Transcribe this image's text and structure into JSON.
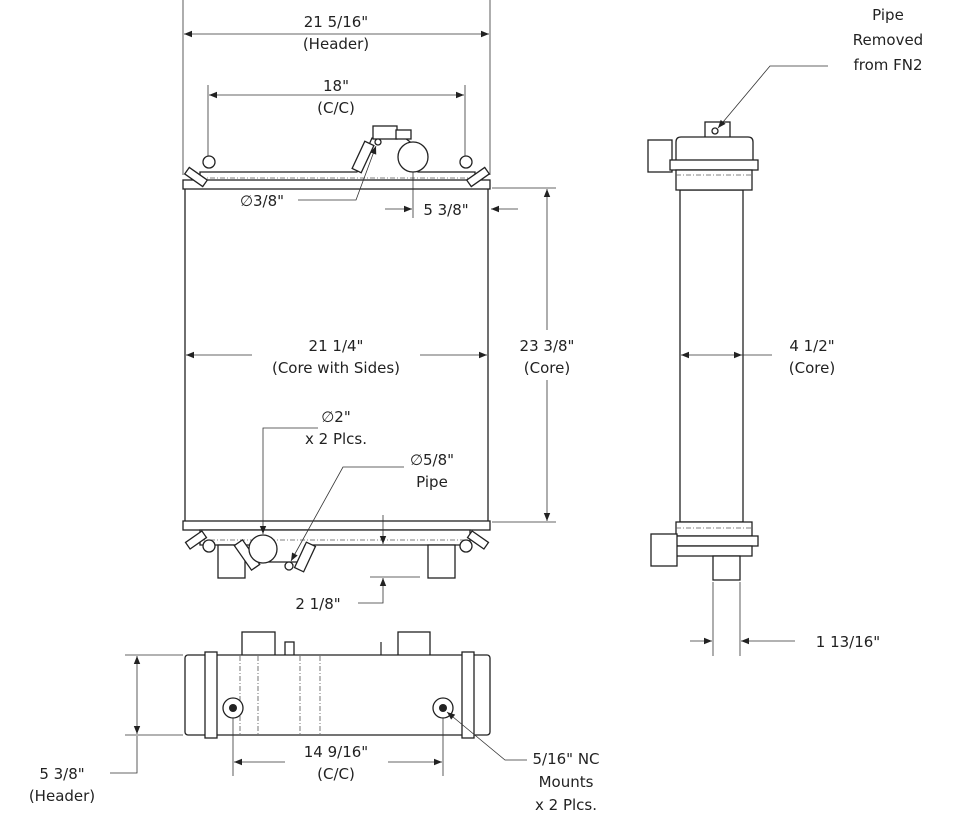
{
  "front_view": {
    "header_width": {
      "value": "21 5/16\"",
      "note": "(Header)"
    },
    "mount_cc": {
      "value": "18\"",
      "note": "(C/C)"
    },
    "small_pipe_dia": "∅3/8\"",
    "inlet_offset": "5 3/8\"",
    "core_width": {
      "value": "21 1/4\"",
      "note": "(Core with Sides)"
    },
    "core_height": {
      "value": "23 3/8\"",
      "note": "(Core)"
    },
    "outlet_dia": {
      "value": "∅2\"",
      "note": "x 2 Plcs."
    },
    "drain_pipe": {
      "value": "∅5/8\"",
      "note": "Pipe"
    },
    "outlet_drop": "2 1/8\""
  },
  "side_view": {
    "pipe_note": [
      "Pipe",
      "Removed",
      "from FN2"
    ],
    "core_depth": {
      "value": "4 1/2\"",
      "note": "(Core)"
    },
    "leg_width": "1 13/16\""
  },
  "bottom_view": {
    "header_depth": {
      "value": "5 3/8\"",
      "note": "(Header)"
    },
    "mount_cc": {
      "value": "14 9/16\"",
      "note": "(C/C)"
    },
    "mounts_note": [
      "5/16\" NC",
      "Mounts",
      "x 2 Plcs."
    ]
  }
}
